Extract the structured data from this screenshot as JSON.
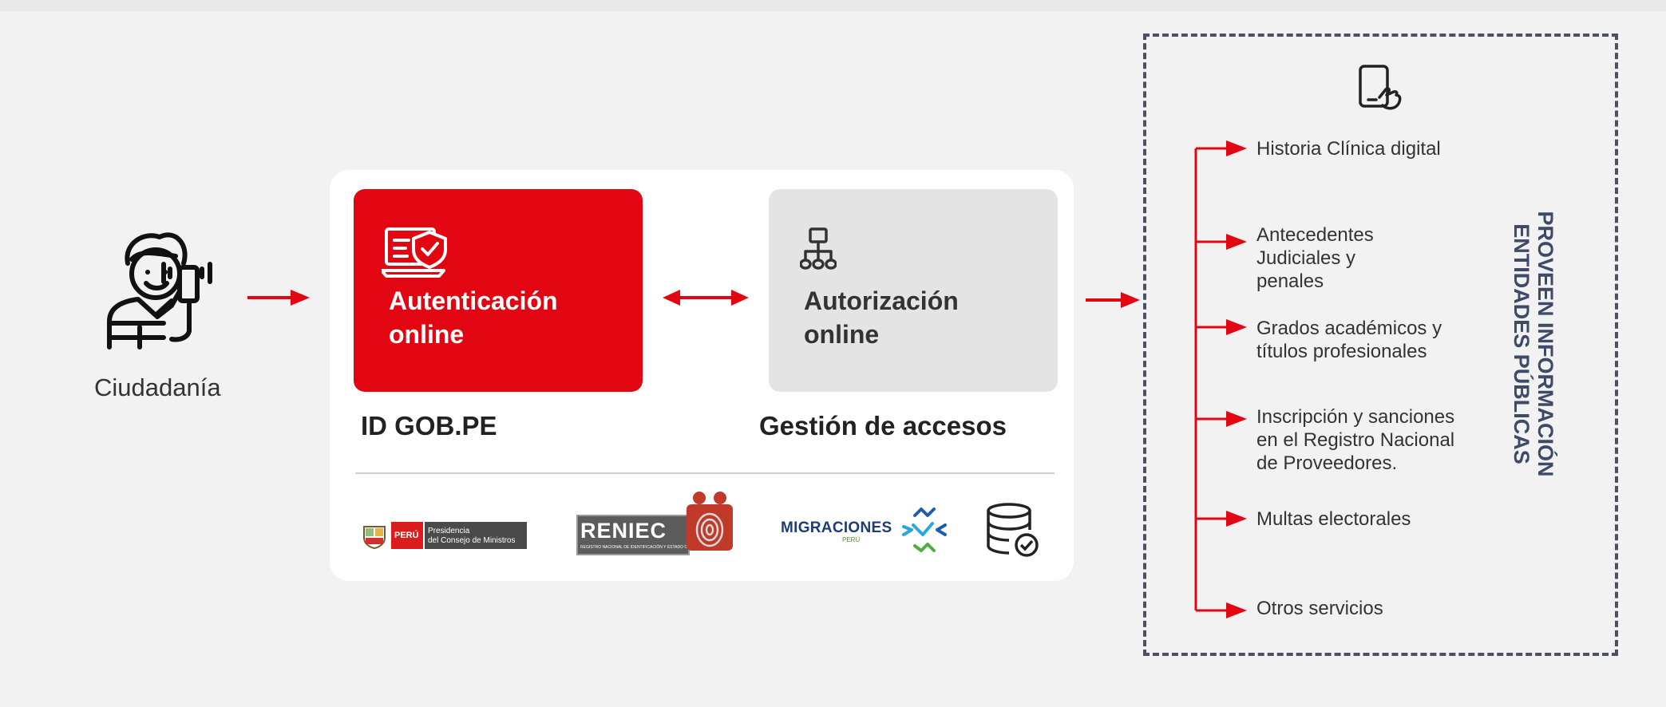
{
  "citizen": {
    "label": "Ciudadanía"
  },
  "authentication": {
    "title_line1": "Autenticación",
    "title_line2": "online",
    "caption": "ID GOB.PE"
  },
  "authorization": {
    "title_line1": "Autorización",
    "title_line2": "online",
    "caption": "Gestión de accesos"
  },
  "logos": {
    "pcm_country": "PERÚ",
    "pcm_line1": "Presidencia",
    "pcm_line2": "del Consejo de Ministros",
    "reniec": "RENIEC",
    "reniec_sub": "REGISTRO NACIONAL DE IDENTIFICACIÓN Y ESTADO CIVIL",
    "migraciones": "MIGRACIONES",
    "migraciones_sub": "PERÚ"
  },
  "entities": {
    "title_line1": "PROVEEN INFORMACIÓN",
    "title_line2": "ENTIDADES PÚBLICAS",
    "services": [
      [
        "Historia Clínica digital"
      ],
      [
        "Antecedentes",
        "Judiciales y",
        "penales"
      ],
      [
        "Grados académicos y",
        "títulos profesionales"
      ],
      [
        "Inscripción y sanciones",
        "en el Registro Nacional",
        "de Proveedores."
      ],
      [
        "Multas electorales"
      ],
      [
        "Otros servicios"
      ]
    ]
  },
  "colors": {
    "accent_red": "#e20613",
    "gray_box": "#e4e4e4",
    "panel_border": "#4a5163",
    "title_blue": "#3d4a68"
  }
}
